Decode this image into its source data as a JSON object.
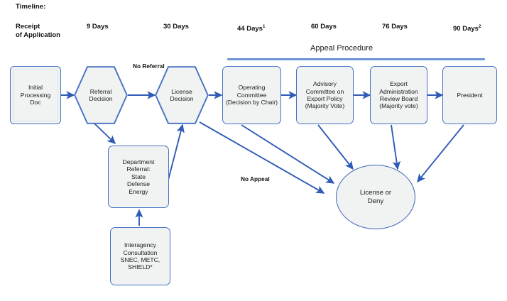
{
  "header": {
    "timeline_label": "Timeline:",
    "ticks": [
      {
        "line1": "Receipt",
        "line2": "of Application",
        "sup": ""
      },
      {
        "line1": "9 Days",
        "line2": "",
        "sup": ""
      },
      {
        "line1": "30 Days",
        "line2": "",
        "sup": ""
      },
      {
        "line1": "44 Days",
        "line2": "",
        "sup": "1"
      },
      {
        "line1": "60 Days",
        "line2": "",
        "sup": ""
      },
      {
        "line1": "76 Days",
        "line2": "",
        "sup": ""
      },
      {
        "line1": "90 Days",
        "line2": "",
        "sup": "2"
      }
    ]
  },
  "appeal": {
    "label": "Appeal Procedure"
  },
  "nodes": {
    "initial_processing": "Initial\nProcessing\nDoc",
    "referral_decision": "Referral\nDecision",
    "license_decision": "License\nDecision",
    "operating_committee": "Operating\nCommittee\n(Decision by Chair)",
    "advisory_committee": "Advisory\nCommittee on\nExport Policy\n(Majority Vote)",
    "earb": "Export\nAdministration\nReview Board\n(Majority vote)",
    "president": "President",
    "department_referral": "Department\nReferral:\nState\nDefense\nEnergy",
    "interagency": "Interagency\nConsultation\nSNEC, METC,\nSHIELD*",
    "license_or_deny": "License or\nDeny"
  },
  "edge_labels": {
    "no_referral": "No Referral",
    "no_appeal": "No Appeal"
  },
  "colors": {
    "node_border": "#4472c4",
    "node_fill": "#f1f2f2",
    "arrow": "#2f5bb7",
    "appeal_bar": "#6d94d6",
    "ellipse_border": "#3a63b8",
    "text": "#1a1a1a"
  }
}
